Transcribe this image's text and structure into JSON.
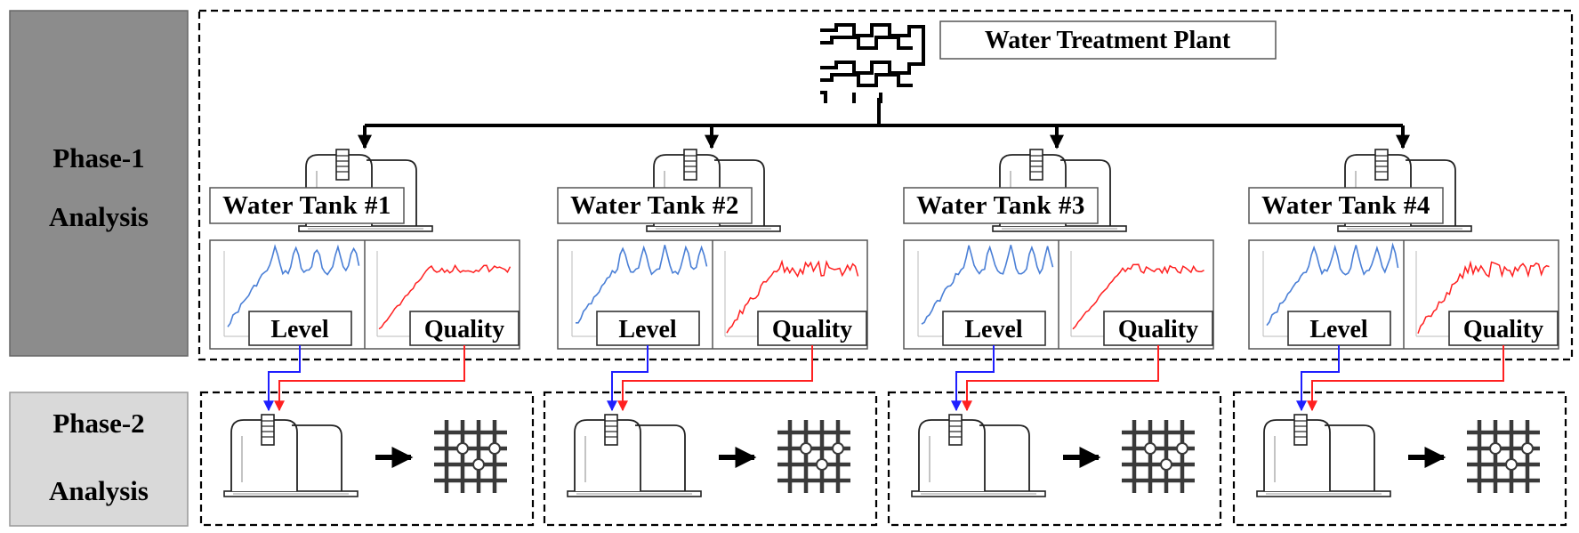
{
  "phase1": {
    "line1": "Phase-1",
    "line2": "Analysis"
  },
  "phase2": {
    "line1": "Phase-2",
    "line2": "Analysis"
  },
  "plant": {
    "label": "Water Treatment Plant"
  },
  "tanks": [
    {
      "label": "Water Tank #1",
      "level_label": "Level",
      "quality_label": "Quality"
    },
    {
      "label": "Water Tank #2",
      "level_label": "Level",
      "quality_label": "Quality"
    },
    {
      "label": "Water Tank #3",
      "level_label": "Level",
      "quality_label": "Quality"
    },
    {
      "label": "Water Tank #4",
      "level_label": "Level",
      "quality_label": "Quality"
    }
  ],
  "colors": {
    "phase1_bg": "#8c8c8c",
    "phase2_bg": "#d9d9d9",
    "level": "#1f1fff",
    "level_plot": "#4a7fd6",
    "quality": "#ff2020"
  }
}
